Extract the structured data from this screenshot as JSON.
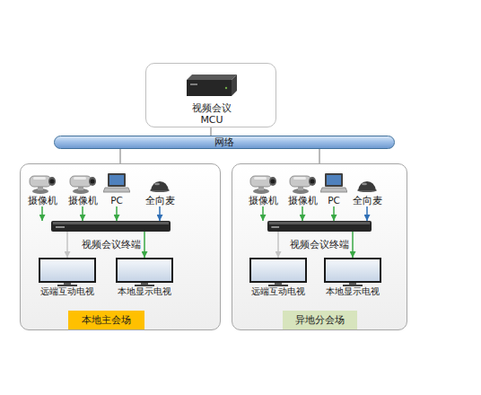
{
  "diagram": {
    "nodes": [
      {
        "text": [
          "视频会议 MCU"
        ]
      },
      {
        "text": [
          "网络"
        ]
      },
      {
        "text": [
          "本地主会场"
        ]
      },
      {
        "text": [
          "摄像机"
        ],
        "in": 2
      },
      {
        "text": [
          "摄像机"
        ],
        "in": 2
      },
      {
        "text": [
          "PC"
        ],
        "in": 2
      },
      {
        "text": [
          "全向麦"
        ],
        "in": 2
      },
      {
        "text": [
          "视频会议终端"
        ],
        "in": 2
      },
      {
        "text": [
          "远端互动电视"
        ],
        "in": 2
      },
      {
        "text": [
          "本地显示电视"
        ],
        "in": 2
      },
      {
        "text": [
          "异地分会场"
        ]
      },
      {
        "text": [
          "摄像机"
        ],
        "in": 10
      },
      {
        "text": [
          "摄像机"
        ],
        "in": 10
      },
      {
        "text": [
          "PC"
        ],
        "in": 10
      },
      {
        "text": [
          "全向麦"
        ],
        "in": 10
      },
      {
        "text": [
          "视频会议终端"
        ],
        "in": 10
      },
      {
        "text": [
          "远端互动电视"
        ],
        "in": 10
      },
      {
        "text": [
          "本地显示电视"
        ],
        "in": 10
      }
    ],
    "edges": [
      {
        "from": 0,
        "to": 1,
        "arrow": "none"
      },
      {
        "from": 1,
        "to": 2,
        "arrow": "none"
      },
      {
        "from": 1,
        "to": 10,
        "arrow": "none"
      },
      {
        "from": 3,
        "to": 7,
        "arrow": "to"
      },
      {
        "from": 4,
        "to": 7,
        "arrow": "to"
      },
      {
        "from": 5,
        "to": 7,
        "arrow": "to"
      },
      {
        "from": 6,
        "to": 7,
        "arrow": "to"
      },
      {
        "from": 7,
        "to": 8,
        "arrow": "to"
      },
      {
        "from": 7,
        "to": 9,
        "arrow": "to"
      },
      {
        "from": 11,
        "to": 15,
        "arrow": "to"
      },
      {
        "from": 12,
        "to": 15,
        "arrow": "to"
      },
      {
        "from": 13,
        "to": 15,
        "arrow": "to"
      },
      {
        "from": 14,
        "to": 15,
        "arrow": "to"
      },
      {
        "from": 15,
        "to": 16,
        "arrow": "to"
      },
      {
        "from": 15,
        "to": 17,
        "arrow": "to"
      }
    ]
  }
}
